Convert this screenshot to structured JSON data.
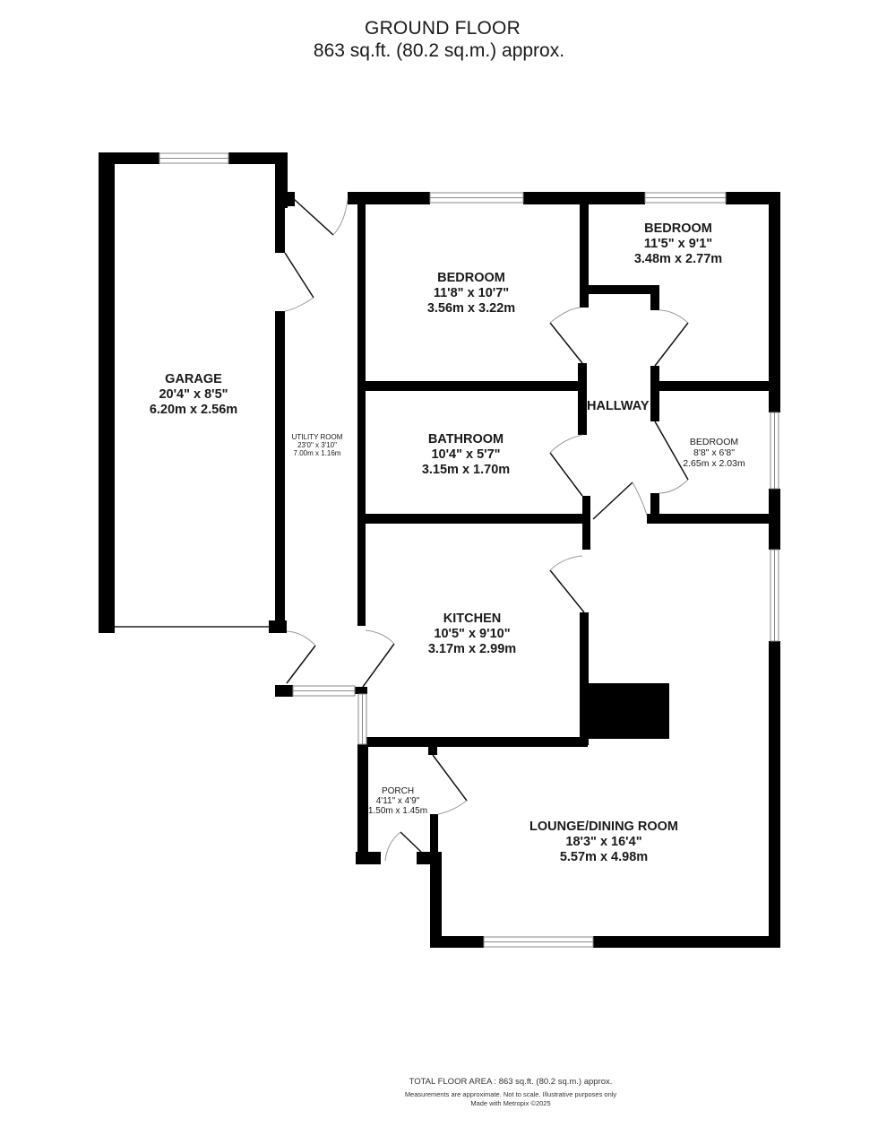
{
  "header": {
    "floor_name": "GROUND FLOOR",
    "floor_area": "863 sq.ft. (80.2 sq.m.) approx."
  },
  "rooms": {
    "garage": {
      "name": "GARAGE",
      "imperial": "20'4\"  x 8'5\"",
      "metric": "6.20m  x 2.56m"
    },
    "utility": {
      "name": "UTILITY ROOM",
      "imperial": "23'0\"  x 3'10\"",
      "metric": "7.00m  x 1.16m"
    },
    "bedroom1": {
      "name": "BEDROOM",
      "imperial": "11'8\"  x 10'7\"",
      "metric": "3.56m  x 3.22m"
    },
    "bedroom2": {
      "name": "BEDROOM",
      "imperial": "11'5\"  x 9'1\"",
      "metric": "3.48m  x 2.77m"
    },
    "hallway": {
      "name": "HALLWAY"
    },
    "bathroom": {
      "name": "BATHROOM",
      "imperial": "10'4\"  x 5'7\"",
      "metric": "3.15m  x 1.70m"
    },
    "bedroom3": {
      "name": "BEDROOM",
      "imperial": "8'8\"  x 6'8\"",
      "metric": "2.65m  x 2.03m"
    },
    "kitchen": {
      "name": "KITCHEN",
      "imperial": "10'5\"  x 9'10\"",
      "metric": "3.17m  x 2.99m"
    },
    "porch": {
      "name": "PORCH",
      "imperial": "4'11\"  x 4'9\"",
      "metric": "1.50m  x 1.45m"
    },
    "lounge": {
      "name": "LOUNGE/DINING ROOM",
      "imperial": "18'3\"  x 16'4\"",
      "metric": "5.57m  x 4.98m"
    }
  },
  "footer": {
    "total_area": "TOTAL FLOOR AREA : 863 sq.ft. (80.2 sq.m.) approx.",
    "disclaimer": "Measurements are approximate.  Not to scale.  Illustrative purposes only",
    "credit": "Made with Metropix ©2025"
  },
  "colors": {
    "wall": "#000000",
    "background": "#ffffff",
    "door_arc": "#9a9a9a",
    "window": "#8a8a8a"
  }
}
